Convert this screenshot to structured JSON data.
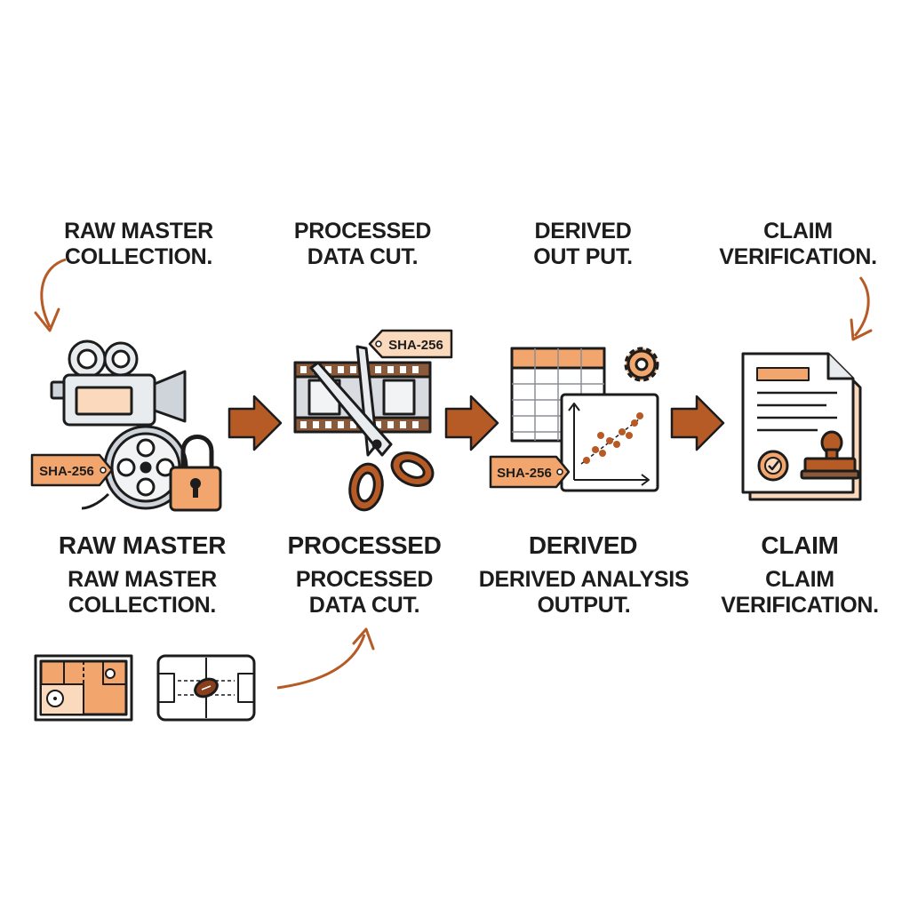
{
  "stages": [
    {
      "top_label": [
        "RAW MASTER",
        "COLLECTION."
      ],
      "heading": "RAW MASTER",
      "subtitle": [
        "RAW MASTER",
        "COLLECTION."
      ],
      "icon": "camera-reel-lock-icon",
      "hash_tag": "SHA-256"
    },
    {
      "top_label": [
        "PROCESSED",
        "DATA CUT."
      ],
      "heading": "PROCESSED",
      "subtitle": [
        "PROCESSED",
        "DATA CUT."
      ],
      "icon": "film-scissors-icon",
      "hash_tag": "SHA-256"
    },
    {
      "top_label": [
        "DERIVED",
        "OUT PUT."
      ],
      "heading": "DERIVED",
      "subtitle": [
        "DERIVED ANALYSIS",
        "OUTPUT."
      ],
      "icon": "spreadsheet-scatter-gear-icon",
      "hash_tag": "SHA-256"
    },
    {
      "top_label": [
        "CLAIM",
        "VERIFICATION."
      ],
      "heading": "CLAIM",
      "subtitle": [
        "CLAIM",
        "VERIFICATION."
      ],
      "icon": "document-stamp-icon"
    }
  ],
  "source_icons": [
    "court-diagram-icon",
    "football-field-icon"
  ],
  "colors": {
    "accent": "#f2a66e",
    "accent_light": "#fbd9bd",
    "arrow": "#b65a26",
    "ink": "#1c1c1c",
    "muted": "#8a8f96"
  }
}
